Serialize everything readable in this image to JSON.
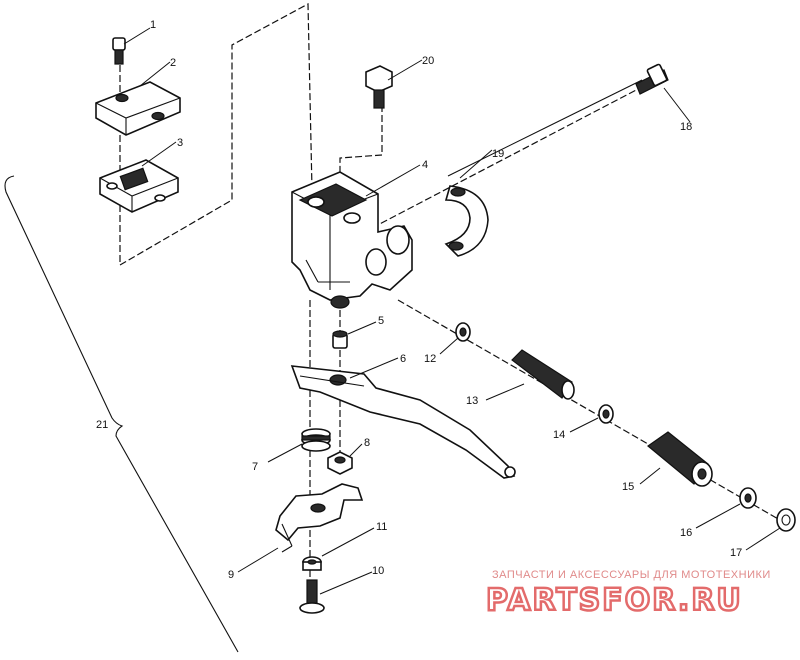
{
  "callouts": [
    {
      "id": "1",
      "label": "1"
    },
    {
      "id": "2",
      "label": "2"
    },
    {
      "id": "3",
      "label": "3"
    },
    {
      "id": "4",
      "label": "4"
    },
    {
      "id": "5",
      "label": "5"
    },
    {
      "id": "6",
      "label": "6"
    },
    {
      "id": "7",
      "label": "7"
    },
    {
      "id": "8",
      "label": "8"
    },
    {
      "id": "9",
      "label": "9"
    },
    {
      "id": "10",
      "label": "10"
    },
    {
      "id": "11",
      "label": "11"
    },
    {
      "id": "12",
      "label": "12"
    },
    {
      "id": "13",
      "label": "13"
    },
    {
      "id": "14",
      "label": "14"
    },
    {
      "id": "15",
      "label": "15"
    },
    {
      "id": "16",
      "label": "16"
    },
    {
      "id": "17",
      "label": "17"
    },
    {
      "id": "18",
      "label": "18"
    },
    {
      "id": "19",
      "label": "19"
    },
    {
      "id": "20",
      "label": "20"
    },
    {
      "id": "21",
      "label": "21"
    }
  ],
  "watermark": {
    "tagline": "ЗАПЧАСТИ И АКСЕССУАРЫ ДЛЯ МОТОТЕХНИКИ",
    "logo": "PARTSFOR.RU",
    "color": "#e36b6b"
  }
}
